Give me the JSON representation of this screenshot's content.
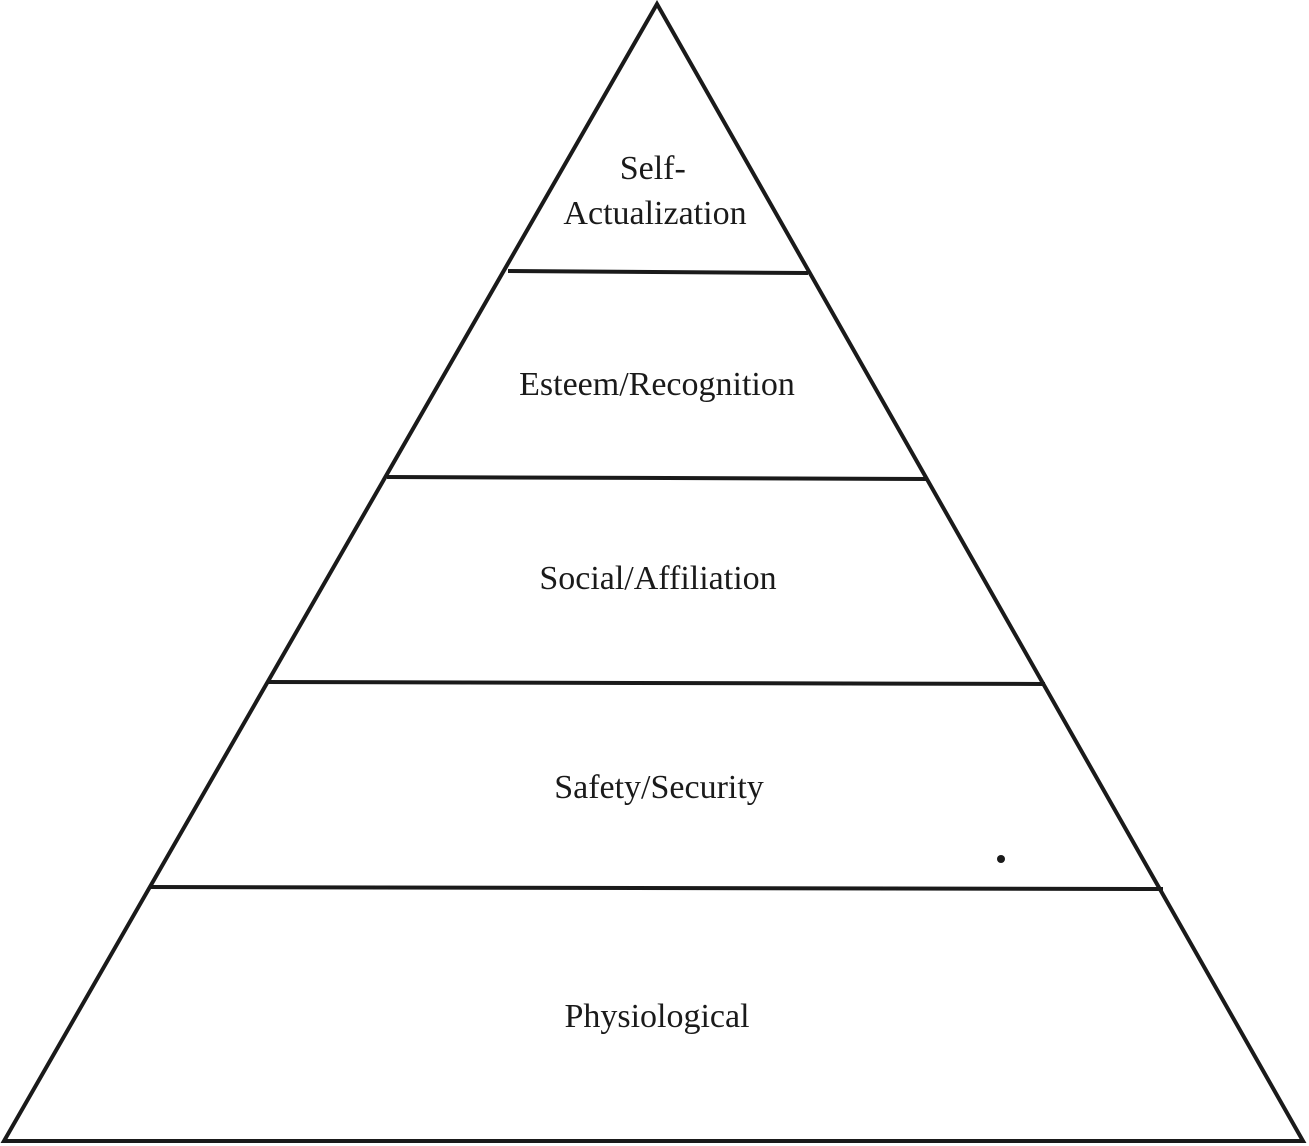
{
  "pyramid": {
    "levels": [
      {
        "lines": [
          "Self-",
          "Actualization"
        ]
      },
      {
        "lines": [
          "Esteem/Recognition"
        ]
      },
      {
        "lines": [
          "Social/Affiliation"
        ]
      },
      {
        "lines": [
          "Safety/Security"
        ]
      },
      {
        "lines": [
          "Physiological"
        ]
      }
    ]
  },
  "colors": {
    "stroke": "#1a1a1a",
    "background": "#ffffff"
  }
}
